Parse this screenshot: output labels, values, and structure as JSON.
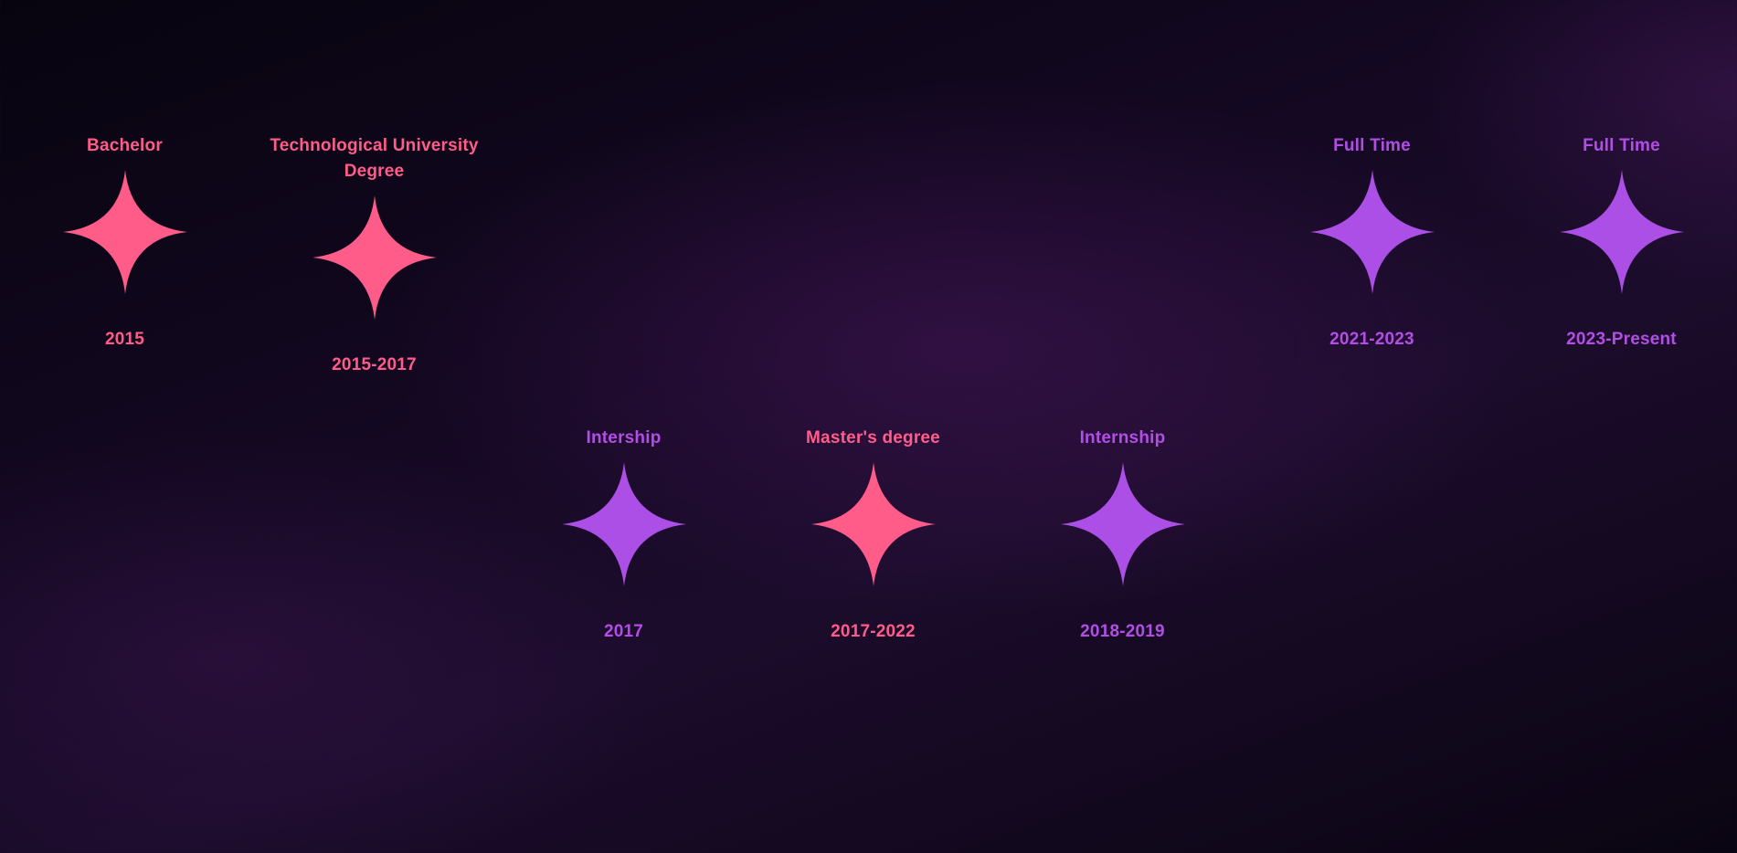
{
  "colors": {
    "education": "#ff5c8a",
    "work": "#ac4fe6"
  },
  "timeline": {
    "items": [
      {
        "title": "Bachelor",
        "date": "2015",
        "kind": "education",
        "icon": "star-icon"
      },
      {
        "title": "Technological University Degree",
        "date": "2015-2017",
        "kind": "education",
        "icon": "star-icon"
      },
      {
        "title": "Intership",
        "date": "2017",
        "kind": "work",
        "icon": "star-icon"
      },
      {
        "title": "Master's degree",
        "date": "2017-2022",
        "kind": "education",
        "icon": "star-icon"
      },
      {
        "title": "Internship",
        "date": "2018-2019",
        "kind": "work",
        "icon": "star-icon"
      },
      {
        "title": "Full Time",
        "date": "2021-2023",
        "kind": "work",
        "icon": "star-icon"
      },
      {
        "title": "Full Time",
        "date": "2023-Present",
        "kind": "work",
        "icon": "star-icon"
      }
    ]
  }
}
